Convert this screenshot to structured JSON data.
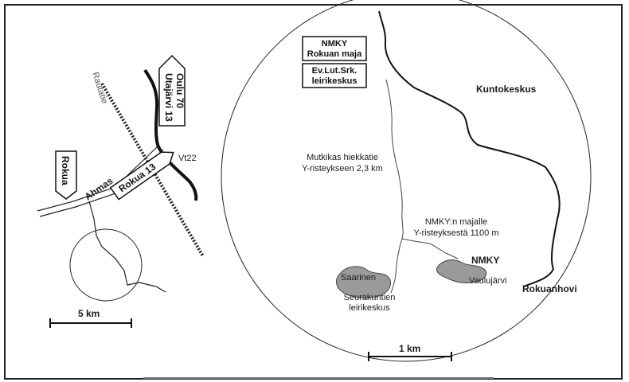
{
  "overview_map": {
    "signs": {
      "oulu": "Oulu 70",
      "utajarvi": "Utajärvi 13",
      "rokua": "Rokua",
      "rokua_13": "Rokua 13"
    },
    "labels": {
      "railway": "Rautatie",
      "vt22": "Vt22",
      "ahmas": "Ahmas"
    },
    "scale_label": "5 km"
  },
  "detail_map": {
    "boxes": {
      "nmky_line1": "NMKY",
      "nmky_line2": "Rokuan maja",
      "evlut_line1": "Ev.Lut.Srk.",
      "evlut_line2": "leirikeskus"
    },
    "labels": {
      "kuntokeskus": "Kuntokeskus",
      "road_line1": "Mutkikas hiekkatie",
      "road_line2": "Y-risteykseen 2,3 km",
      "nmky_line1": "NMKY:n majalle",
      "nmky_line2": "Y-risteyksestä 1100 m",
      "nmky": "NMKY",
      "vaulujarvi": "Vaulujärvi",
      "saarinen": "Saarinen",
      "seurakunta_line1": "Seurakuntien",
      "seurakunta_line2": "leirikeskus",
      "rokuanhovi": "Rokuanhovi"
    },
    "scale_label": "1 km"
  },
  "colors": {
    "ink": "#1a1a1a",
    "lake": "#9a9a9a",
    "frame": "#222222"
  }
}
